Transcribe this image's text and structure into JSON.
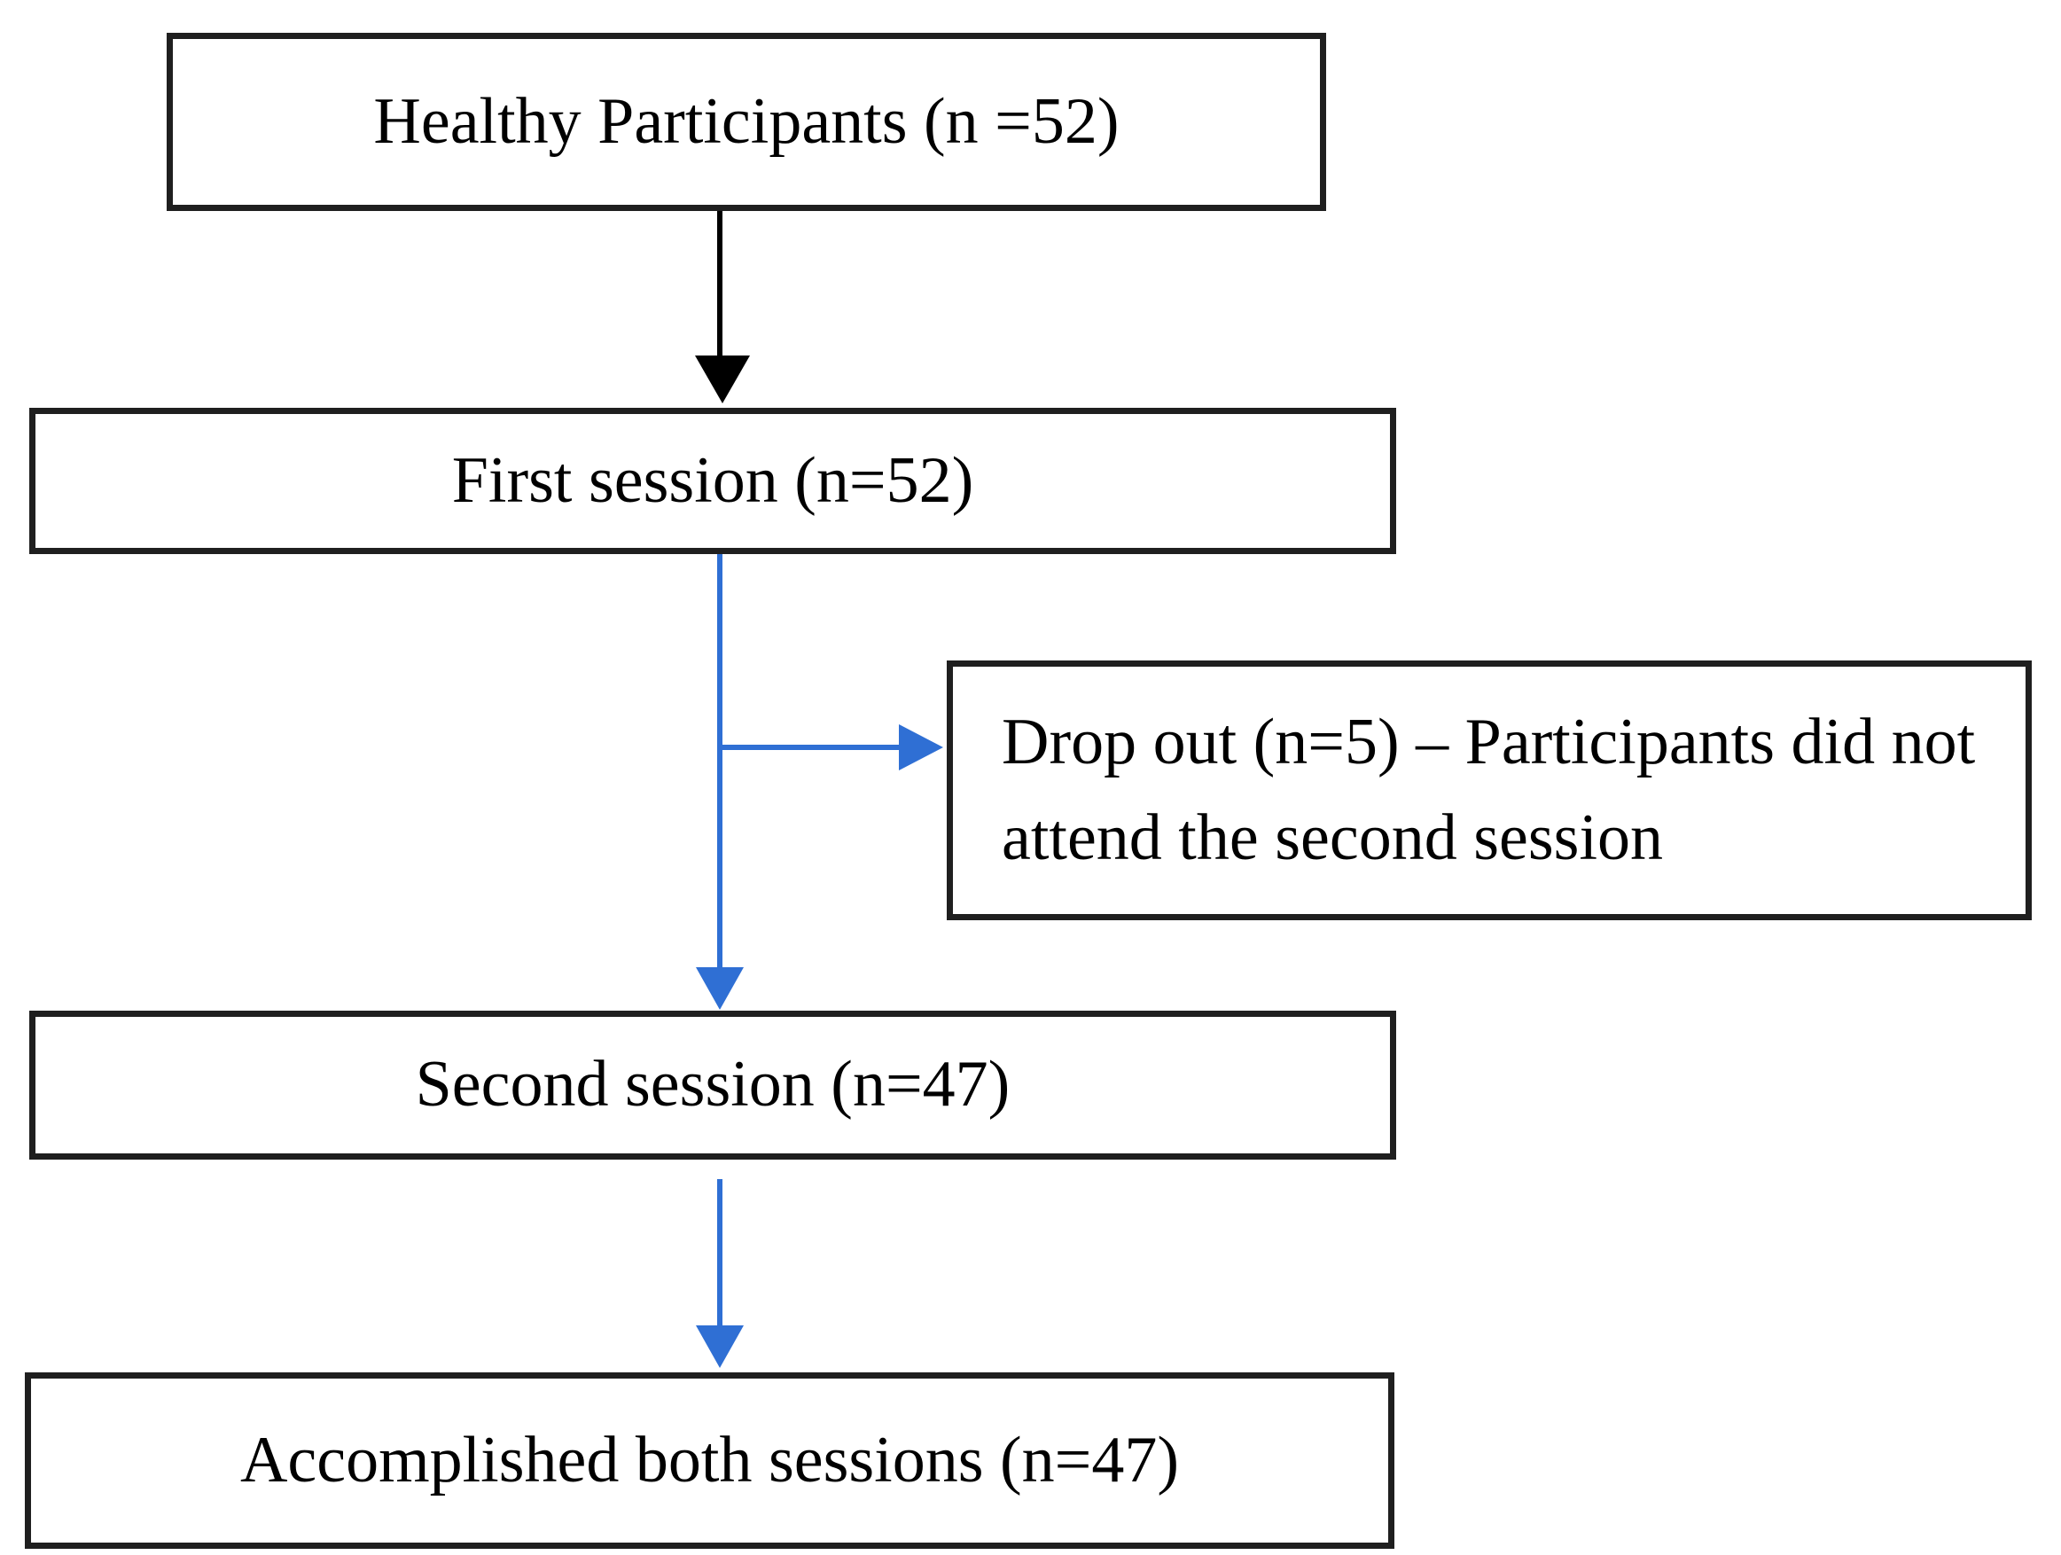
{
  "boxes": {
    "healthy": {
      "label": "Healthy Participants (n =52)"
    },
    "first_session": {
      "label": "First session (n=52)"
    },
    "drop_out": {
      "label": "Drop out (n=5) – Participants did not attend the second session"
    },
    "second_session": {
      "label": "Second session (n=47)"
    },
    "accomplished": {
      "label": "Accomplished both sessions (n=47)"
    }
  },
  "colors": {
    "background": "#ffffff",
    "box_border": "#1f1f1f",
    "text": "#000000",
    "arrow_primary": "#000000",
    "arrow_secondary": "#2f6fd4"
  }
}
